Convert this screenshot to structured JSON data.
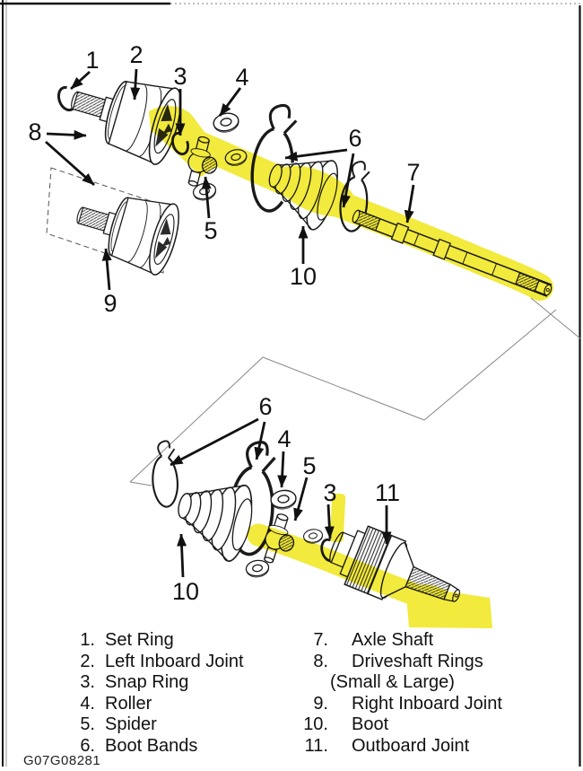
{
  "figure": {
    "title_hint": "CV axle exploded view",
    "callouts": {
      "n1": "1",
      "n2": "2",
      "n3": "3",
      "n4": "4",
      "n5": "5",
      "n6": "6",
      "n7": "7",
      "n8": "8",
      "n9": "9",
      "n10": "10",
      "n11": "11"
    },
    "highlight_color": "#f2ea3c",
    "ink_color": "#1a1a1a"
  },
  "legend": {
    "left": [
      {
        "num": "1.",
        "label": "Set Ring"
      },
      {
        "num": "2.",
        "label": "Left Inboard Joint"
      },
      {
        "num": "3.",
        "label": "Snap Ring"
      },
      {
        "num": "4.",
        "label": "Roller"
      },
      {
        "num": "5.",
        "label": "Spider"
      },
      {
        "num": "6.",
        "label": "Boot Bands"
      }
    ],
    "right": [
      {
        "num": "7.",
        "label": "Axle Shaft"
      },
      {
        "num": "8.",
        "label": "Driveshaft Rings",
        "label2": "(Small & Large)"
      },
      {
        "num": "9.",
        "label": "Right Inboard Joint"
      },
      {
        "num": "10.",
        "label": "Boot"
      },
      {
        "num": "11.",
        "label": "Outboard Joint"
      }
    ]
  },
  "footer": {
    "code": "G07G08281"
  }
}
